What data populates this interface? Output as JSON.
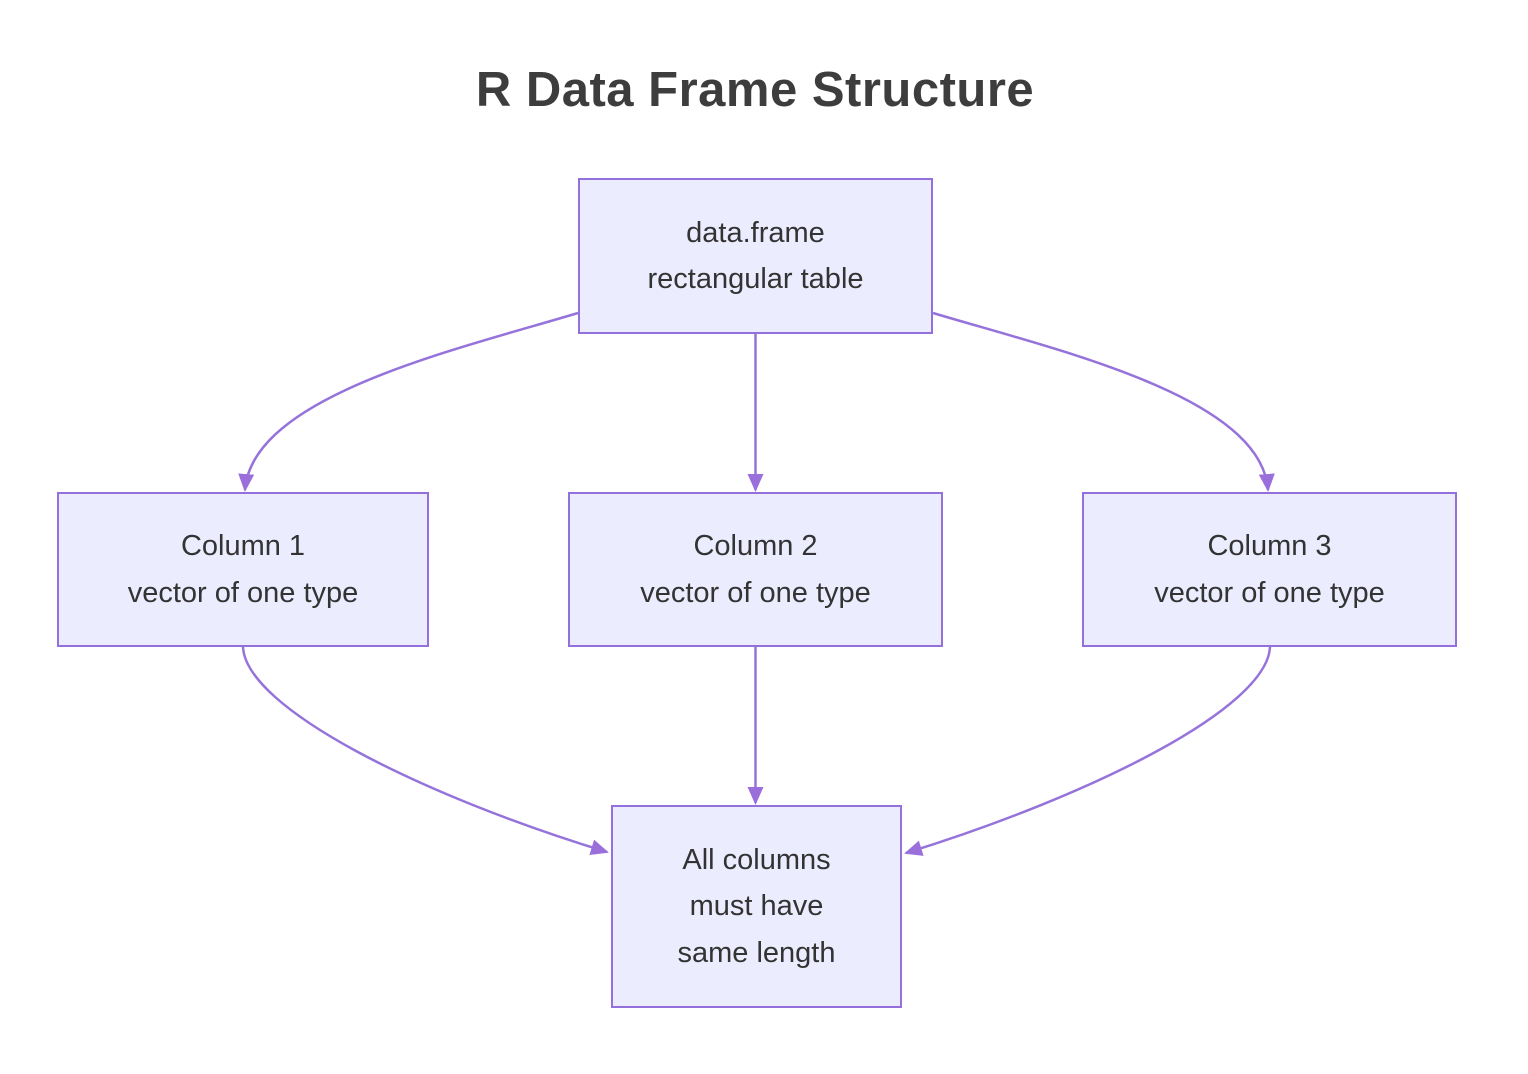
{
  "title": "R Data Frame Structure",
  "theme": {
    "node_fill": "#ECECFF",
    "node_border": "#9370DB",
    "edge_color": "#9673DB",
    "arrow_fill": "#9A6FDC",
    "text_color": "#333333",
    "title_color": "#3D3D3D",
    "background": "#FFFFFF"
  },
  "nodes": [
    {
      "id": "dataframe",
      "lines": [
        "data.frame",
        "rectangular table"
      ]
    },
    {
      "id": "col1",
      "lines": [
        "Column 1",
        "vector of one type"
      ]
    },
    {
      "id": "col2",
      "lines": [
        "Column 2",
        "vector of one type"
      ]
    },
    {
      "id": "col3",
      "lines": [
        "Column 3",
        "vector of one type"
      ]
    },
    {
      "id": "rule",
      "lines": [
        "All columns",
        "must have",
        "same length"
      ]
    }
  ],
  "edges": [
    {
      "from": "dataframe",
      "to": "col1"
    },
    {
      "from": "dataframe",
      "to": "col2"
    },
    {
      "from": "dataframe",
      "to": "col3"
    },
    {
      "from": "col1",
      "to": "rule"
    },
    {
      "from": "col2",
      "to": "rule"
    },
    {
      "from": "col3",
      "to": "rule"
    }
  ]
}
